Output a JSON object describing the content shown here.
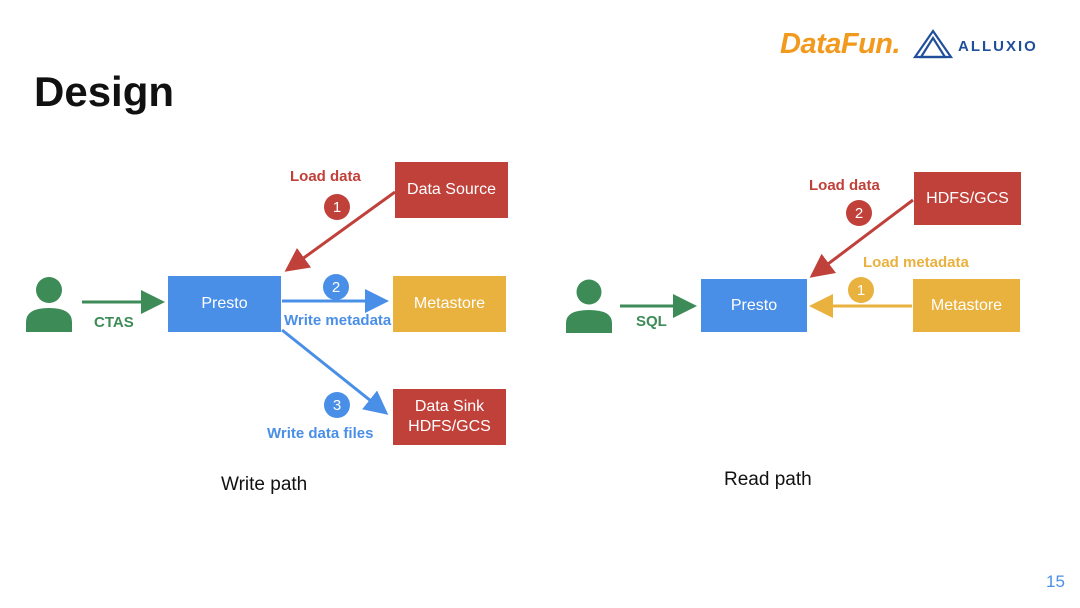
{
  "slide": {
    "title": "Design",
    "page_number": "15"
  },
  "logos": {
    "datafun": "DataFun.",
    "alluxio": "ALLUXIO"
  },
  "colors": {
    "red": "#c0403a",
    "blue": "#4a8fe7",
    "yellow": "#e9b13e",
    "green": "#3d8b57"
  },
  "write_path": {
    "caption": "Write path",
    "user_icon": "user-icon",
    "input_label": "CTAS",
    "presto": "Presto",
    "source": "Data Source",
    "metastore": "Metastore",
    "sink_line1": "Data Sink",
    "sink_line2": "HDFS/GCS",
    "steps": [
      {
        "number": "1",
        "label": "Load data"
      },
      {
        "number": "2",
        "label": "Write metadata"
      },
      {
        "number": "3",
        "label": "Write data files"
      }
    ]
  },
  "read_path": {
    "caption": "Read path",
    "user_icon": "user-icon",
    "input_label": "SQL",
    "presto": "Presto",
    "storage": "HDFS/GCS",
    "metastore": "Metastore",
    "steps": [
      {
        "number": "1",
        "label": "Load metadata"
      },
      {
        "number": "2",
        "label": "Load data"
      }
    ]
  }
}
